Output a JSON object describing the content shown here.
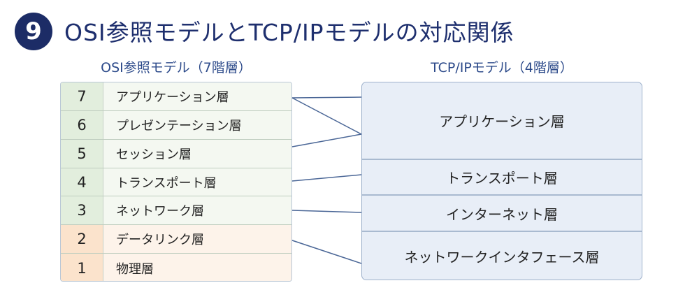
{
  "header": {
    "badge": "9",
    "title": "OSI参照モデルとTCP/IPモデルの対応関係"
  },
  "osi": {
    "heading": "OSI参照モデル（7階層）",
    "layers": [
      {
        "num": "7",
        "name": "アプリケーション層"
      },
      {
        "num": "6",
        "name": "プレゼンテーション層"
      },
      {
        "num": "5",
        "name": "セッション層"
      },
      {
        "num": "4",
        "name": "トランスポート層"
      },
      {
        "num": "3",
        "name": "ネットワーク層"
      },
      {
        "num": "2",
        "name": "データリンク層"
      },
      {
        "num": "1",
        "name": "物理層"
      }
    ]
  },
  "tcp": {
    "heading": "TCP/IPモデル（4階層）",
    "layers": [
      {
        "name": "アプリケーション層"
      },
      {
        "name": "トランスポート層"
      },
      {
        "name": "インターネット層"
      },
      {
        "name": "ネットワークインタフェース層"
      }
    ]
  },
  "colors": {
    "navy": "#1c2c66",
    "line": "#4a6696"
  }
}
